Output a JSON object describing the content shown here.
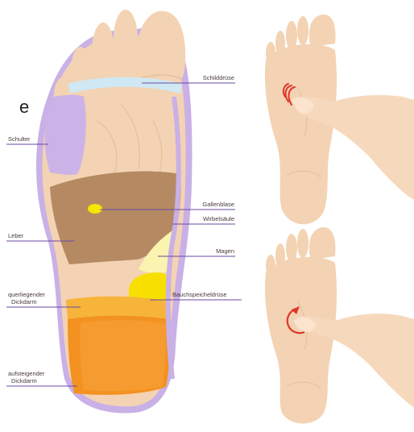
{
  "fragment_text": "e",
  "labels": {
    "schilddruese": "Schilddrüse",
    "schulter": "Schulter",
    "gallenblase": "Gallenblase",
    "wirbelsaeule": "Wirbelsäule",
    "leber": "Leber",
    "magen": "Magen",
    "bauchspeicheldruese": "Bauchspeicheldrüse",
    "querliegender_line1": "querliegender",
    "querliegender_line2": "Dickdarm",
    "aufsteigender_line1": "aufsteigender",
    "aufsteigender_line2": "Dickdarm"
  },
  "colors": {
    "skin": "#f3d3b3",
    "skin_shadow": "#e6bf9c",
    "outline_purple": "#c9b0e6",
    "shoulder": "#cbb3e8",
    "thyroid": "#cfe8f3",
    "liver": "#b58a63",
    "gallbladder": "#f6e600",
    "stomach": "#fbf3b0",
    "pancreas": "#f7e000",
    "transverse_colon": "#f6b43a",
    "ascending_colon": "#f39220",
    "leader_line": "#6a4aa0",
    "arrow_red": "#e0342a",
    "hand": "#f6d9bd"
  },
  "icons": [
    "circular-arrow-icon",
    "curved-strokes-icon"
  ]
}
